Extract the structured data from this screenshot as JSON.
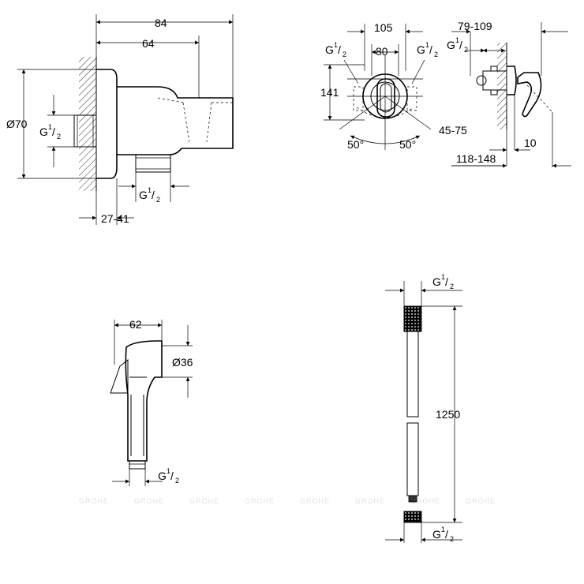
{
  "wall_outlet": {
    "dim_total_width": "84",
    "dim_outlet_width": "64",
    "dim_diameter": "Ø70",
    "thread_inlet": {
      "main": "G",
      "num": "1",
      "den": "2"
    },
    "thread_outlet": {
      "main": "G",
      "num": "1",
      "den": "2"
    },
    "dim_depth": "27-41"
  },
  "mixer_front": {
    "dim_width": "105",
    "dim_spacing": "80",
    "dim_height": "141",
    "thread_left": {
      "main": "G",
      "num": "1",
      "den": "2"
    },
    "thread_right": {
      "main": "G",
      "num": "1",
      "den": "2"
    },
    "angle_left": "50°",
    "angle_right": "50°"
  },
  "mixer_side": {
    "dim_depth": "79-109",
    "thread": {
      "main": "G",
      "num": "1",
      "den": "2"
    },
    "dim_angle_range": "45-75",
    "dim_offset": "10",
    "dim_total_depth": "118-148"
  },
  "hand_shower": {
    "dim_length": "62",
    "dim_diameter": "Ø36",
    "thread": {
      "main": "G",
      "num": "1",
      "den": "2"
    }
  },
  "hose": {
    "thread_top": {
      "main": "G",
      "num": "1",
      "den": "2"
    },
    "dim_length": "1250",
    "thread_bottom": {
      "main": "G",
      "num": "1",
      "den": "2"
    }
  },
  "watermark": "GROHE"
}
